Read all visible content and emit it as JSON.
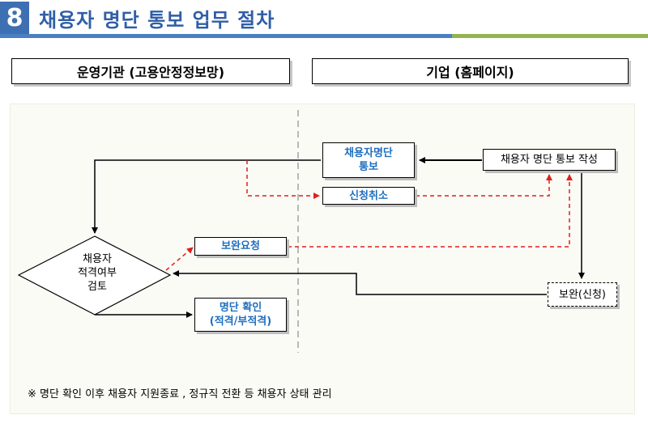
{
  "header": {
    "section_number": "8",
    "title": "채용자 명단 통보 업무 절차"
  },
  "lanes": {
    "left": "운영기관 (고용안정정보망)",
    "right": "기업 (홈페이지)"
  },
  "nodes": {
    "notify": [
      "채용자명단",
      "통보"
    ],
    "cancel": "신청취소",
    "write": "채용자 명단 통보 작성",
    "decision": [
      "채용자",
      "적격여부",
      "검토"
    ],
    "supplement_request": "보완요청",
    "supplement_apply": "보완(신청)",
    "confirm": [
      "명단 확인",
      "(적격/부적격)"
    ]
  },
  "footnote": "※ 명단 확인 이후 채용자 지원종료 , 정규직 전환 등 채용자 상태 관리",
  "colors": {
    "accent_blue": "#2f5ea7",
    "node_text_blue": "#1f6fbf",
    "rule_green": "#93b44f",
    "dashed_red": "#e0201e"
  }
}
